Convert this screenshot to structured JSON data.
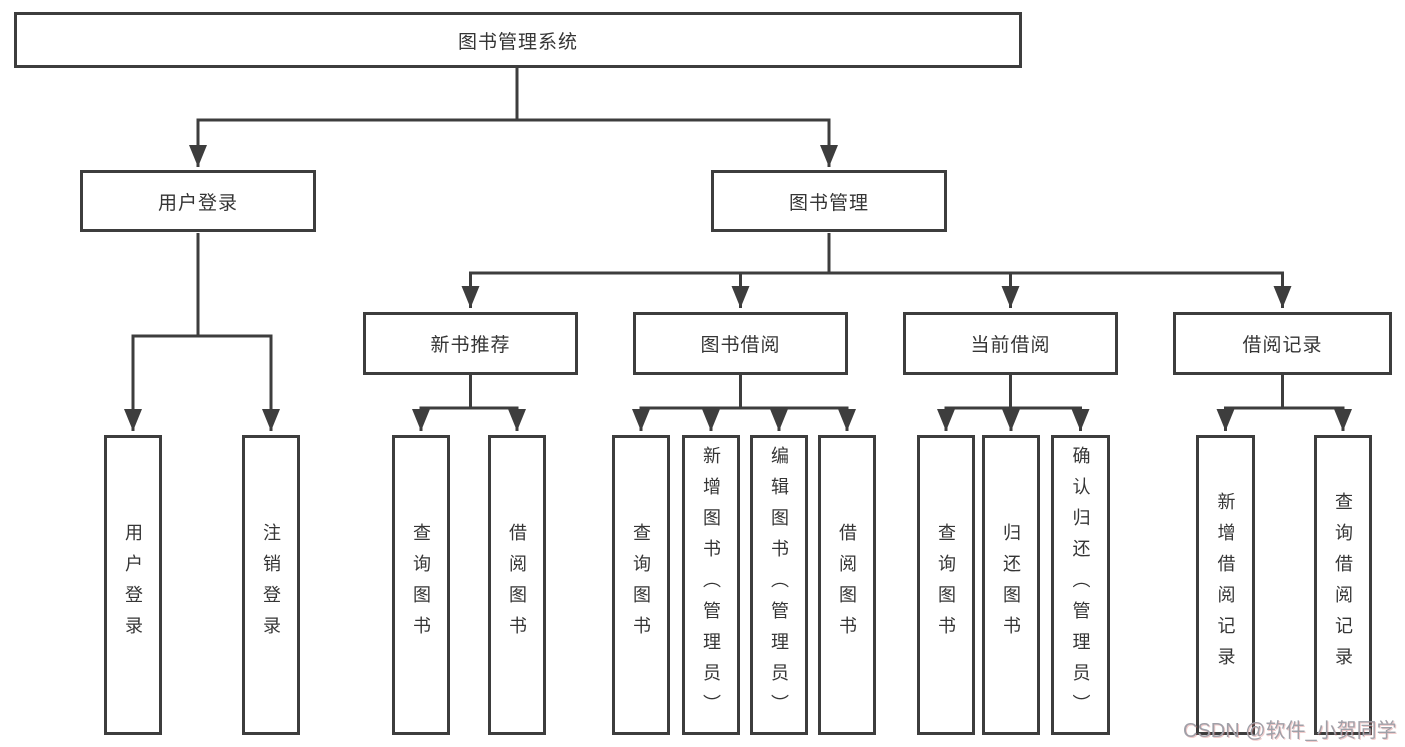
{
  "diagram": {
    "root": {
      "label": "图书管理系统"
    },
    "level2": [
      {
        "label": "用户登录"
      },
      {
        "label": "图书管理"
      }
    ],
    "level3": [
      {
        "label": "新书推荐"
      },
      {
        "label": "图书借阅"
      },
      {
        "label": "当前借阅"
      },
      {
        "label": "借阅记录"
      }
    ],
    "leaves": {
      "user_login": [
        {
          "label": "用户登录"
        },
        {
          "label": "注销登录"
        }
      ],
      "new_books": [
        {
          "label": "查询图书"
        },
        {
          "label": "借阅图书"
        }
      ],
      "book_borrow": [
        {
          "label": "查询图书"
        },
        {
          "label": "新增图书（管理员）"
        },
        {
          "label": "编辑图书（管理员）"
        },
        {
          "label": "借阅图书"
        }
      ],
      "current_borrow": [
        {
          "label": "查询图书"
        },
        {
          "label": "归还图书"
        },
        {
          "label": "确认归还（管理员）"
        }
      ],
      "borrow_records": [
        {
          "label": "新增借阅记录"
        },
        {
          "label": "查询借阅记录"
        }
      ]
    }
  },
  "watermark": {
    "text": "CSDN @软件_小贺同学"
  },
  "colors": {
    "line": "#3d3d3d",
    "box_border": "#3d3d3d",
    "text": "#353535",
    "watermark": "#a0a0a8",
    "background": "#ffffff"
  }
}
